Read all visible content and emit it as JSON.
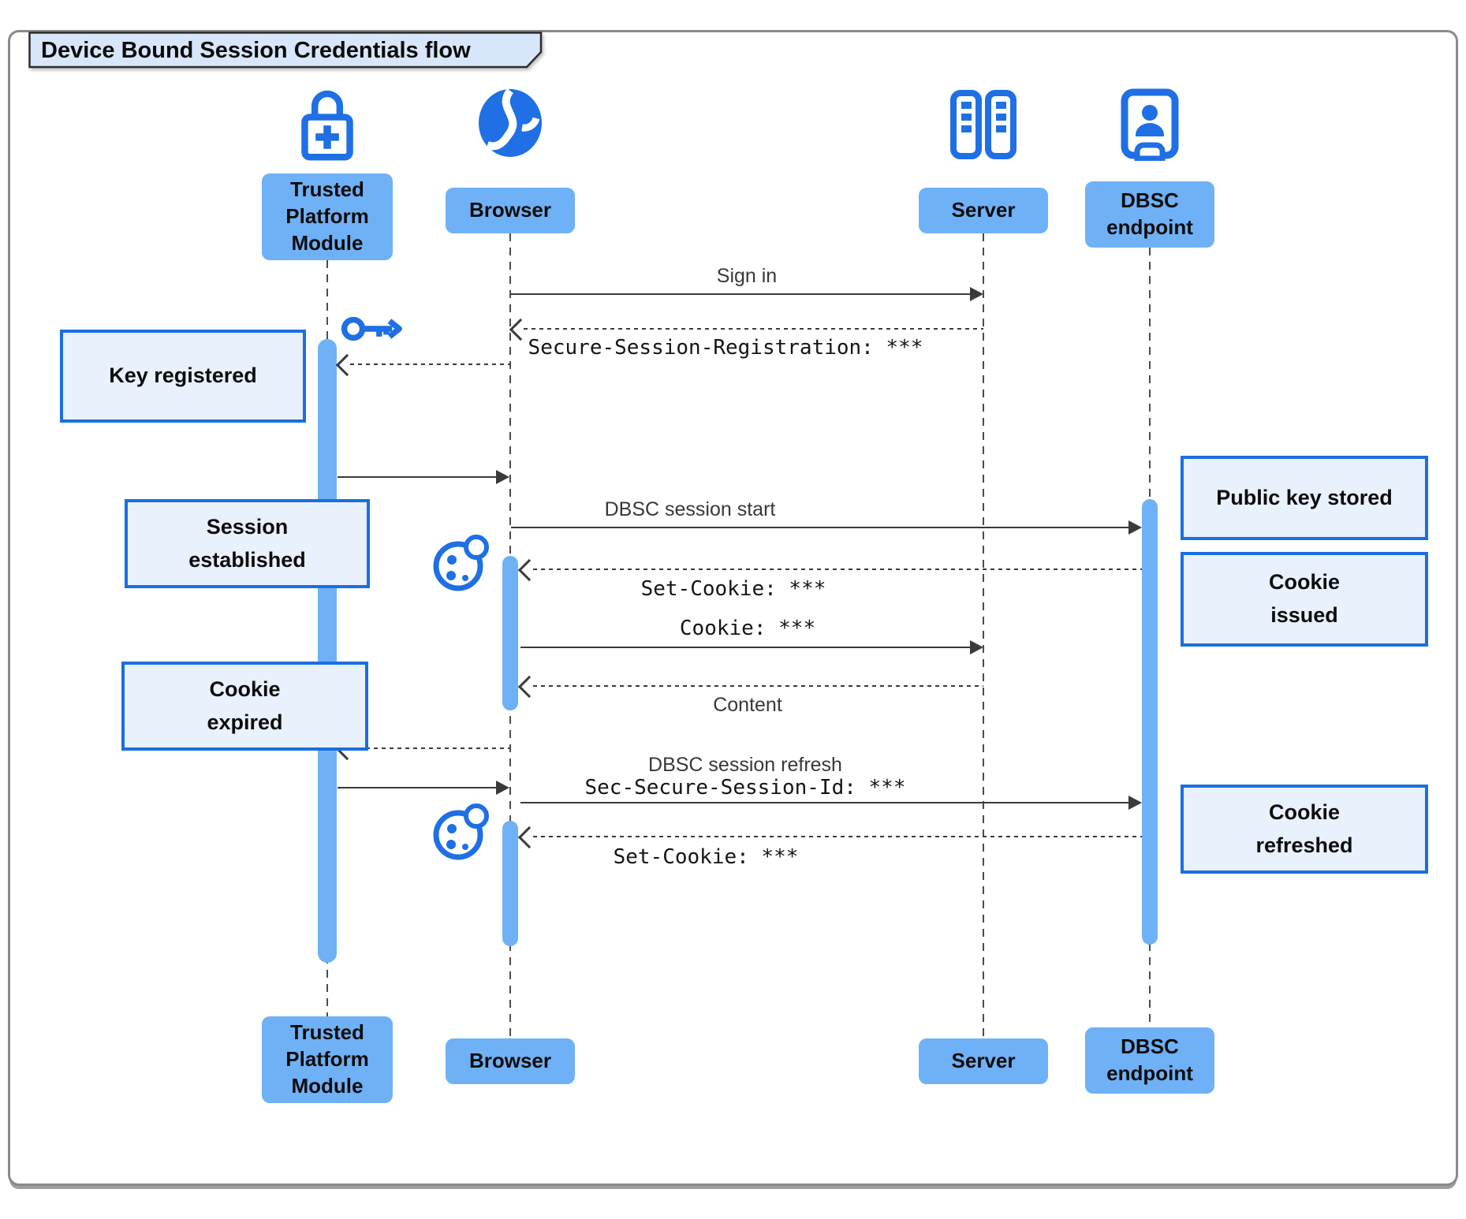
{
  "title": "Device Bound Session Credentials flow",
  "colors": {
    "accent": "#1f6fe5",
    "box-blue": "#6fb1f6",
    "note-bg": "#e9f1fd",
    "note-border": "#1a6fe0",
    "tab-bg": "#d7e6fa",
    "line": "#3a3a3a"
  },
  "actors": [
    {
      "id": "tpm",
      "label": "Trusted\nPlatform\nModule",
      "icon": "lock-plus-icon"
    },
    {
      "id": "browser",
      "label": "Browser",
      "icon": "globe-icon"
    },
    {
      "id": "server",
      "label": "Server",
      "icon": "server-icon"
    },
    {
      "id": "dbsc",
      "label": "DBSC\nendpoint",
      "icon": "id-badge-icon"
    }
  ],
  "messages": [
    {
      "id": "sign-in",
      "label": "Sign in",
      "kind": "solid",
      "font": "sans",
      "from": "browser",
      "to": "server"
    },
    {
      "id": "session-registration",
      "label": "Secure-Session-Registration: ***",
      "kind": "dashed",
      "font": "mono",
      "from": "server",
      "to": "browser"
    },
    {
      "id": "register-key",
      "label": "",
      "kind": "dashed",
      "font": "sans",
      "from": "browser",
      "to": "tpm"
    },
    {
      "id": "key-created",
      "label": "",
      "kind": "solid",
      "font": "sans",
      "from": "tpm",
      "to": "browser"
    },
    {
      "id": "dbsc-session-start",
      "label": "DBSC session start",
      "kind": "solid",
      "font": "sans",
      "from": "browser",
      "to": "dbsc"
    },
    {
      "id": "set-cookie-1",
      "label": "Set-Cookie: ***",
      "kind": "dashed",
      "font": "mono",
      "from": "dbsc",
      "to": "browser"
    },
    {
      "id": "cookie",
      "label": "Cookie: ***",
      "kind": "solid",
      "font": "mono",
      "from": "browser",
      "to": "server"
    },
    {
      "id": "content",
      "label": "Content",
      "kind": "dashed",
      "font": "sans",
      "from": "server",
      "to": "browser"
    },
    {
      "id": "cookie-expired-ask",
      "label": "",
      "kind": "dashed",
      "font": "sans",
      "from": "browser",
      "to": "tpm"
    },
    {
      "id": "key-proof",
      "label": "",
      "kind": "solid",
      "font": "sans",
      "from": "tpm",
      "to": "browser"
    },
    {
      "id": "dbsc-session-refresh",
      "label": "DBSC session refresh",
      "label2": "Sec-Secure-Session-Id: ***",
      "kind": "solid",
      "font": "sans",
      "font2": "mono",
      "from": "browser",
      "to": "dbsc"
    },
    {
      "id": "set-cookie-2",
      "label": "Set-Cookie: ***",
      "kind": "dashed",
      "font": "mono",
      "from": "dbsc",
      "to": "browser"
    }
  ],
  "notes": [
    {
      "id": "key-registered",
      "label": "Key registered"
    },
    {
      "id": "session-established",
      "label": "Session\nestablished"
    },
    {
      "id": "cookie-expired",
      "label": "Cookie\nexpired"
    },
    {
      "id": "public-key-stored",
      "label": "Public key stored"
    },
    {
      "id": "cookie-issued",
      "label": "Cookie\nissued"
    },
    {
      "id": "cookie-refreshed",
      "label": "Cookie\nrefreshed"
    }
  ]
}
